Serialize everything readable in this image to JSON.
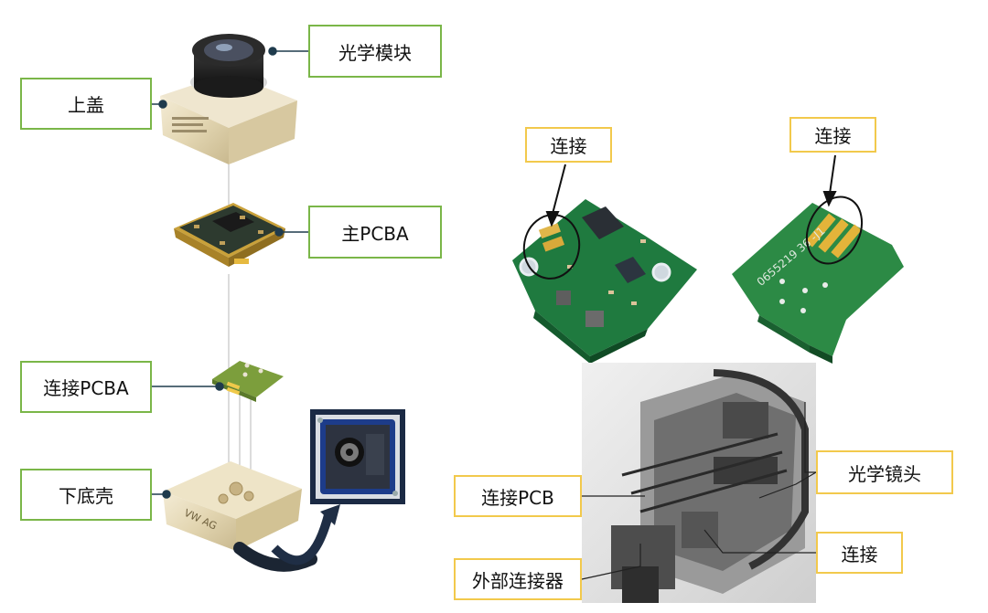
{
  "labels": {
    "optical_module": "光学模块",
    "top_cover": "上盖",
    "main_pcba": "主PCBA",
    "connect_pcba": "连接PCBA",
    "bottom_shell": "下底壳",
    "connect_1": "连接",
    "connect_2": "连接",
    "optical_lens": "光学镜头",
    "connect_pcb": "连接PCB",
    "connect_3": "连接",
    "external_connector": "外部连接器"
  },
  "part_markings": {
    "base_marking": "VW AG",
    "pcb_marking": "0655219 36 -J1"
  },
  "colors": {
    "green_border": "#7ab648",
    "yellow_border": "#f2c94c",
    "callout_line": "#1f3b4d",
    "pcb_green": "#1f7a3f",
    "gold": "#d6a93a"
  }
}
